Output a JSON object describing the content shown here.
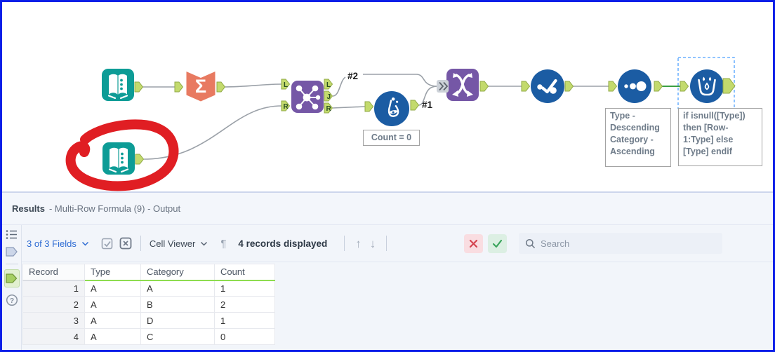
{
  "colors": {
    "window_border": "#0a1fe8",
    "tool_teal": "#0d9c96",
    "tool_salmon": "#e87a61",
    "tool_purple": "#7557a6",
    "tool_blue": "#1b5ca3",
    "anchor_green": "#c3da6d",
    "selected_wire_green": "#3ba043",
    "selection_dashed_blue": "#4da0ff",
    "marker_red": "#e01e23",
    "header_underline_green": "#8edc50",
    "toolbar_link_blue": "#2e6cd3"
  },
  "canvas": {
    "tools": [
      {
        "name": "input-data-1",
        "type": "Input Data"
      },
      {
        "name": "summarize",
        "type": "Summarize"
      },
      {
        "name": "input-data-2",
        "type": "Input Data",
        "circled_in_red": true
      },
      {
        "name": "join",
        "type": "Join"
      },
      {
        "name": "formula",
        "type": "Formula"
      },
      {
        "name": "union",
        "type": "Union"
      },
      {
        "name": "unique",
        "type": "Unique"
      },
      {
        "name": "sort",
        "type": "Sort"
      },
      {
        "name": "multi-row-formula",
        "type": "Multi-Row Formula",
        "selected": true
      }
    ],
    "join_anchors": {
      "in_l": "L",
      "in_r": "R",
      "out_l": "L",
      "out_j": "J",
      "out_r": "R"
    },
    "labels": {
      "conn1": "#1",
      "conn2": "#2"
    },
    "annotations": {
      "formula": "Count = 0",
      "sort": "Type -\nDescending\nCategory -\nAscending",
      "multirow": "if isnull([Type])\nthen [Row-\n1:Type] else\n[Type] endif"
    }
  },
  "results": {
    "title": "Results",
    "subtitle": "- Multi-Row Formula (9) - Output",
    "toolbar": {
      "fields": "3 of 3 Fields",
      "cell_viewer": "Cell Viewer",
      "records": "4 records displayed",
      "search_placeholder": "Search"
    },
    "icons": {
      "pilcrow": "¶",
      "up_arrow": "↑",
      "down_arrow": "↓",
      "help": "?"
    },
    "table": {
      "columns": [
        "Record",
        "Type",
        "Category",
        "Count"
      ],
      "rows": [
        [
          "1",
          "A",
          "A",
          "1"
        ],
        [
          "2",
          "A",
          "B",
          "2"
        ],
        [
          "3",
          "A",
          "D",
          "1"
        ],
        [
          "4",
          "A",
          "C",
          "0"
        ]
      ]
    }
  }
}
